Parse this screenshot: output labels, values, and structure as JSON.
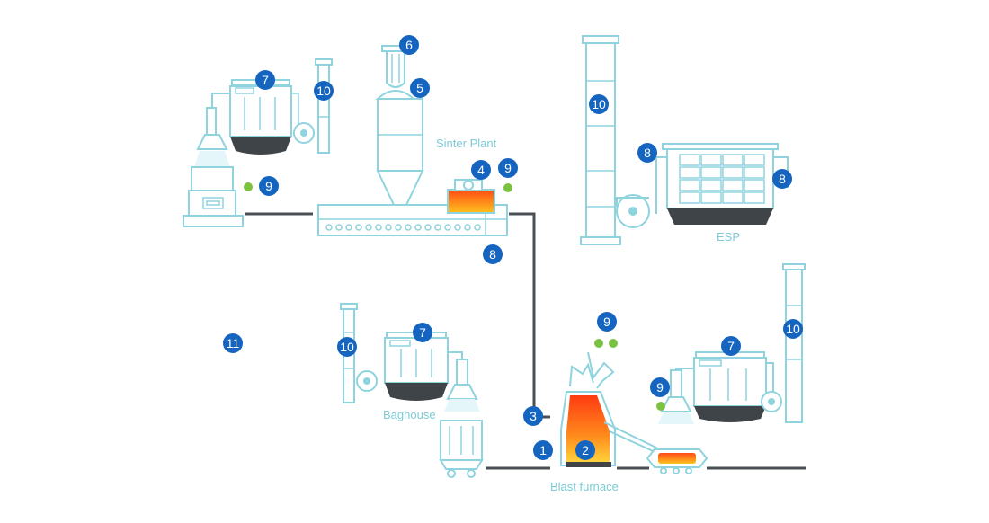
{
  "labels": {
    "sinter_plant": "Sinter Plant",
    "esp": "ESP",
    "baghouse": "Baghouse",
    "blast_furnace": "Blast furnace"
  },
  "markers": {
    "m7_top": "7",
    "m10_top": "10",
    "m9_left": "9",
    "m6": "6",
    "m5": "5",
    "m4": "4",
    "m9_sinter": "9",
    "m8_sinter": "8",
    "m10_esp": "10",
    "m8_esp_left": "8",
    "m8_esp_right": "8",
    "m11": "11",
    "m10_baghouse": "10",
    "m7_baghouse": "7",
    "m9_furnace": "9",
    "m3": "3",
    "m1": "1",
    "m2": "2",
    "m7_right": "7",
    "m10_right": "10",
    "m9_right": "9"
  },
  "colors": {
    "outline": "#8fd3df",
    "marker": "#1565c0",
    "emission_dot": "#7cc242",
    "pipeline": "#4a4f55",
    "hot_start": "#ffd23a",
    "hot_end": "#ff3b12"
  }
}
